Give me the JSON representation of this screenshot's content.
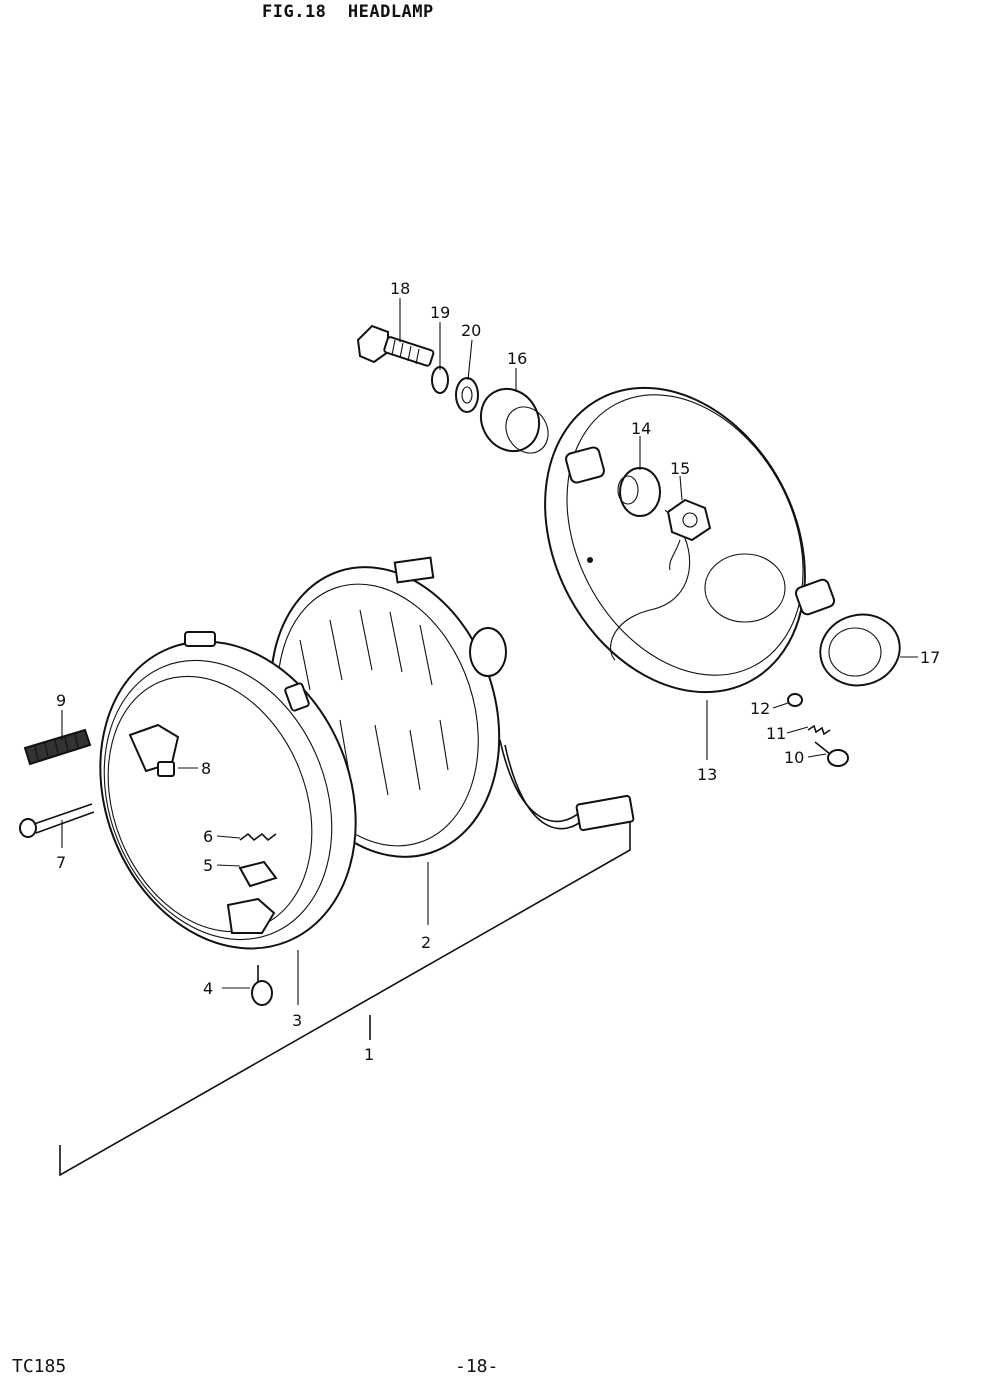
{
  "header": {
    "figure_title": "FIG.18  HEADLAMP"
  },
  "footer": {
    "model": "TC185",
    "page": "-18-"
  },
  "callouts": [
    {
      "id": "c1",
      "label": "1"
    },
    {
      "id": "c2",
      "label": "2"
    },
    {
      "id": "c3",
      "label": "3"
    },
    {
      "id": "c4",
      "label": "4"
    },
    {
      "id": "c5",
      "label": "5"
    },
    {
      "id": "c6",
      "label": "6"
    },
    {
      "id": "c7",
      "label": "7"
    },
    {
      "id": "c8",
      "label": "8"
    },
    {
      "id": "c9",
      "label": "9"
    },
    {
      "id": "c10",
      "label": "10"
    },
    {
      "id": "c11",
      "label": "11"
    },
    {
      "id": "c12",
      "label": "12"
    },
    {
      "id": "c13",
      "label": "13"
    },
    {
      "id": "c14",
      "label": "14"
    },
    {
      "id": "c15",
      "label": "15"
    },
    {
      "id": "c16",
      "label": "16"
    },
    {
      "id": "c17",
      "label": "17"
    },
    {
      "id": "c18",
      "label": "18"
    },
    {
      "id": "c19",
      "label": "19"
    },
    {
      "id": "c20",
      "label": "20"
    }
  ]
}
